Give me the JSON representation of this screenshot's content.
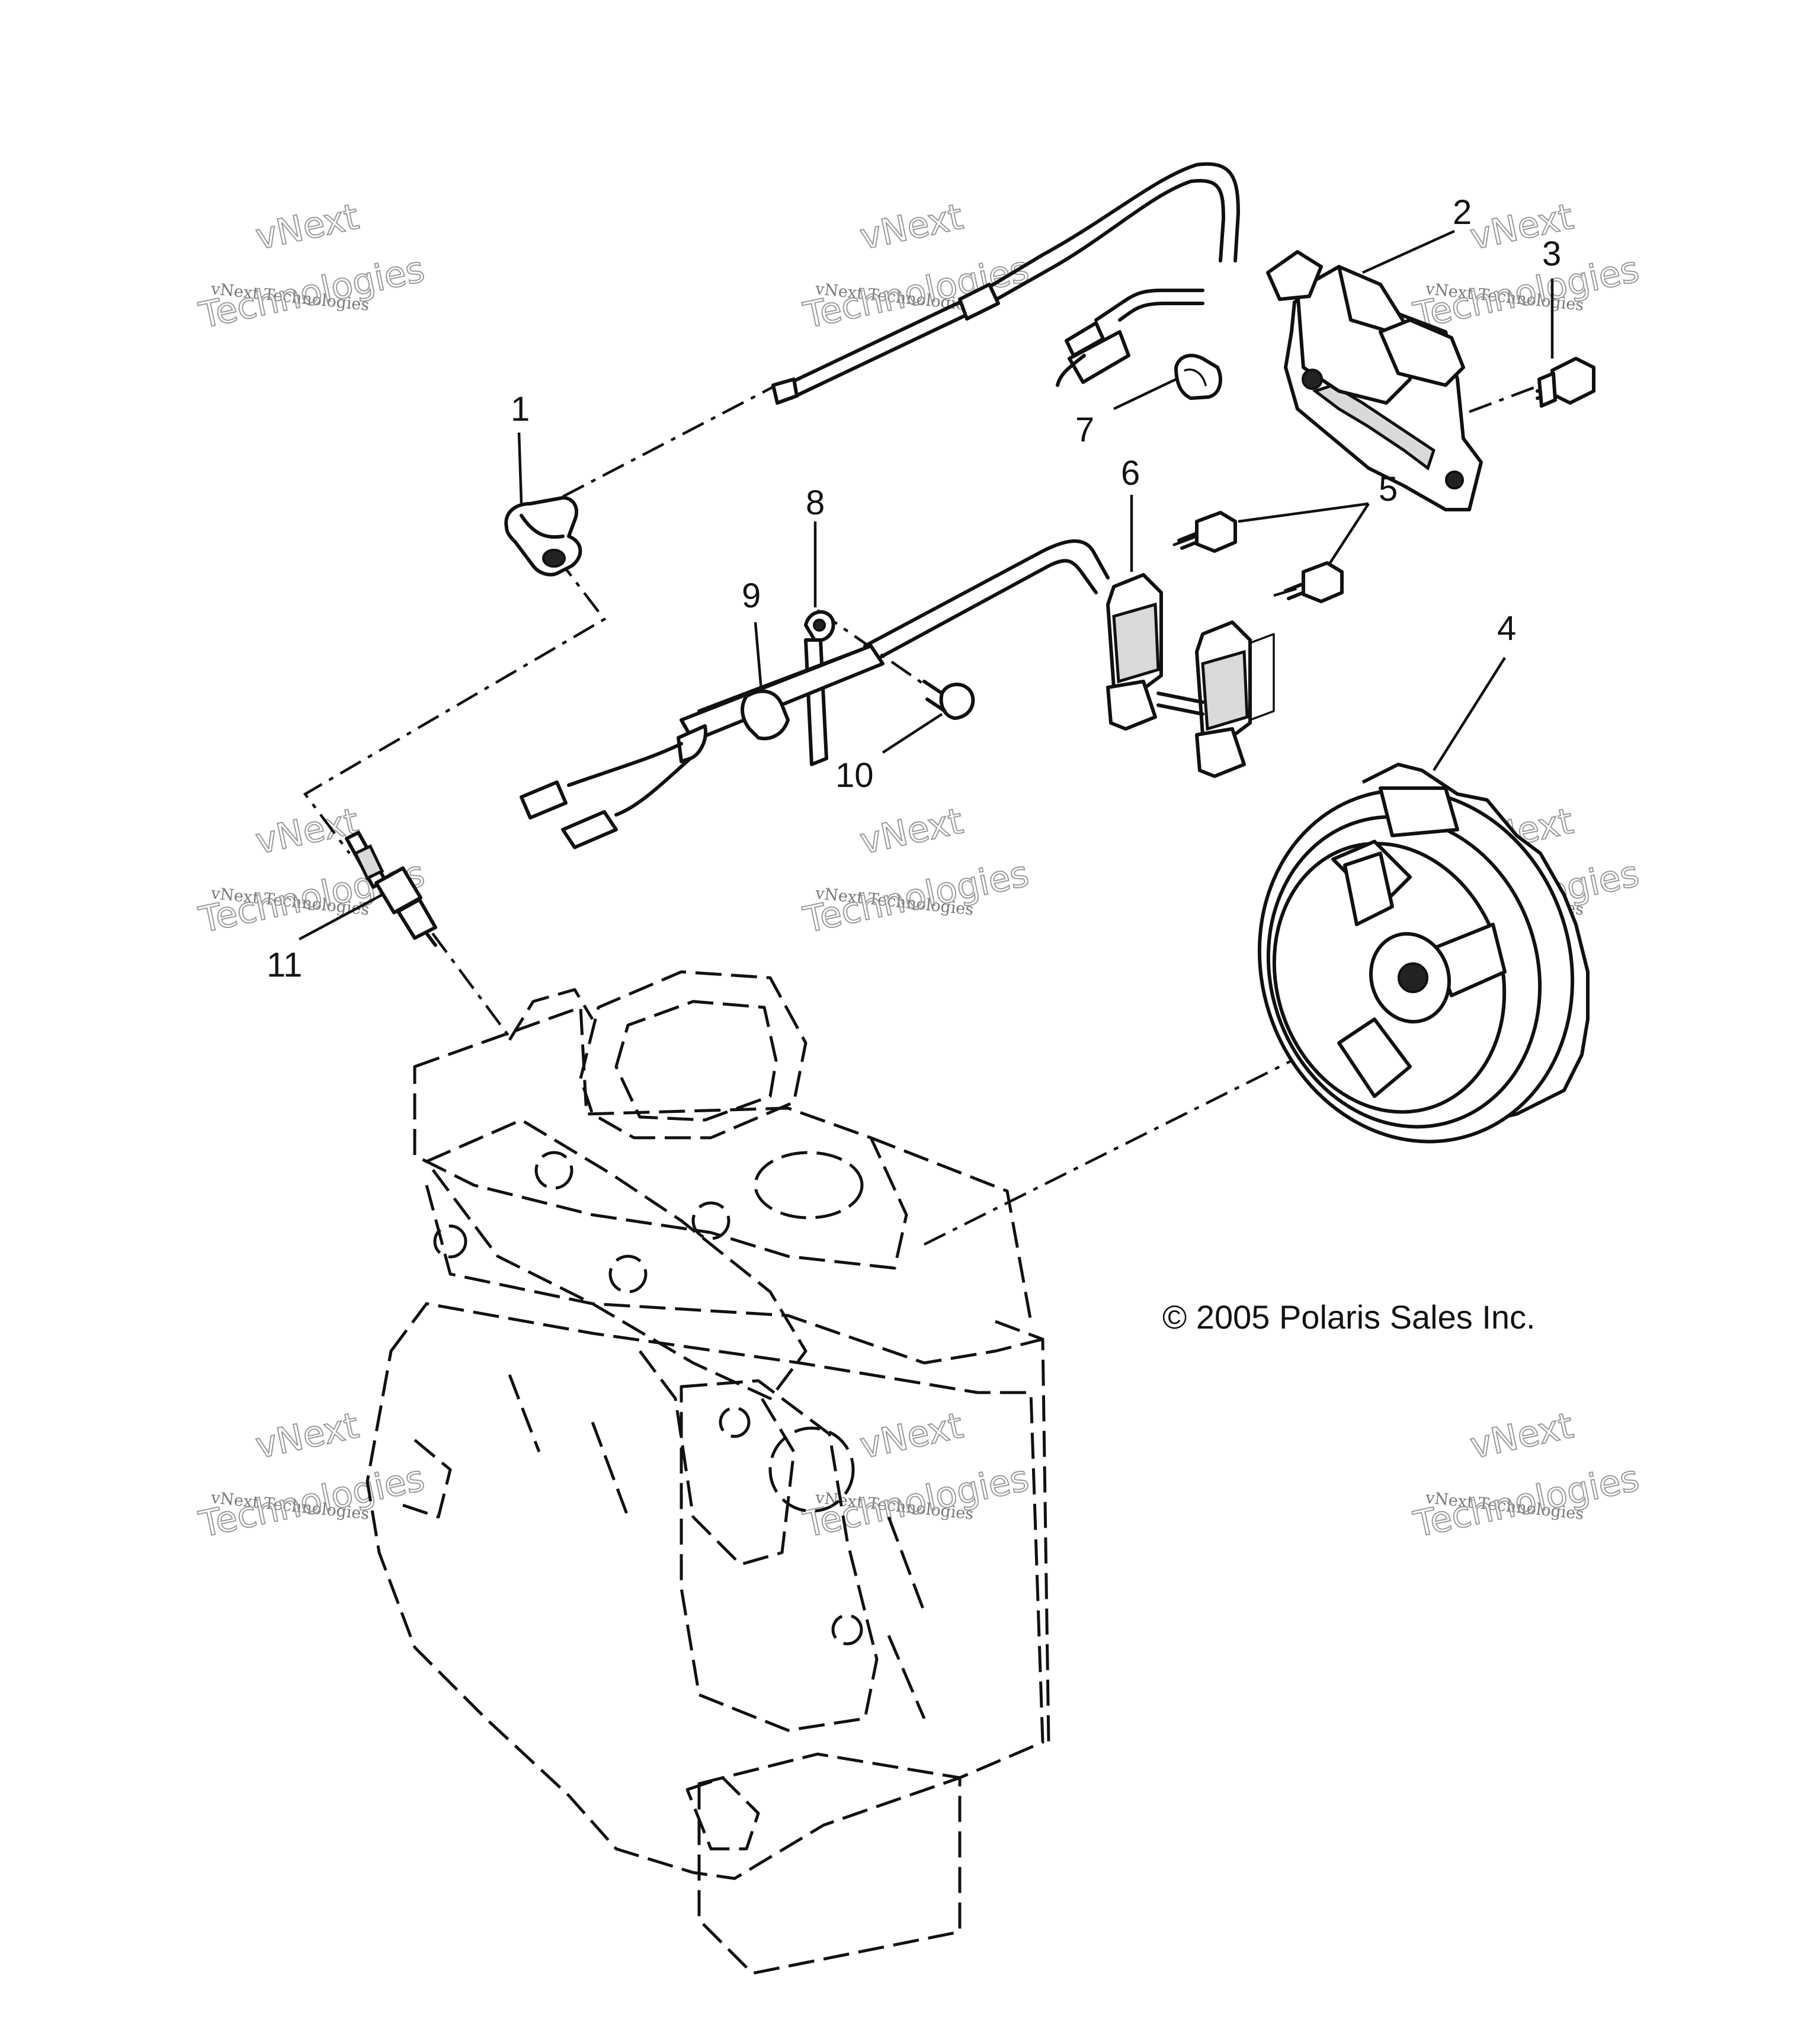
{
  "callouts": {
    "c1": "1",
    "c2": "2",
    "c3": "3",
    "c4": "4",
    "c5": "5",
    "c6": "6",
    "c7": "7",
    "c8": "8",
    "c9": "9",
    "c10": "10",
    "c11": "11"
  },
  "copyright": "© 2005 Polaris Sales Inc.",
  "watermark": {
    "brand": "vNext",
    "name": "vNext Technologies",
    "word": "Technologies"
  }
}
